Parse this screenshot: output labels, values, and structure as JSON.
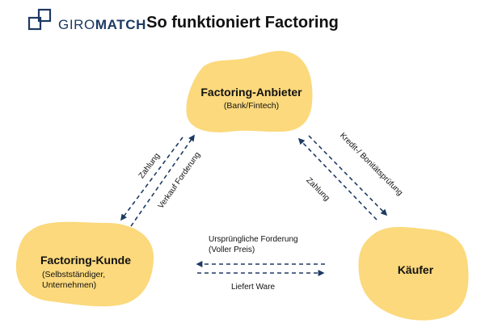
{
  "logo": {
    "brand_part1": "GIRO",
    "brand_part2": "MATCH"
  },
  "title": "So funktioniert Factoring",
  "colors": {
    "blob": "#fbd97c",
    "arrow": "#1d3a63",
    "brand": "#1d3a63"
  },
  "nodes": {
    "anbieter": {
      "title": "Factoring-Anbieter",
      "subtitle": "(Bank/Fintech)"
    },
    "kunde": {
      "title": "Factoring-Kunde",
      "subtitle_line1": "(Selbstständiger,",
      "subtitle_line2": "Unternehmen)"
    },
    "kaeufer": {
      "title": "Käufer"
    }
  },
  "edges": {
    "zahlung_left": "Zahlung",
    "verkauf": "Verkauf Forderung",
    "kredit": "Kredit-/ Bonitätsprüfung",
    "zahlung_right": "Zahlung",
    "forderung_line1": "Ursprüngliche Forderung",
    "forderung_line2": "(Voller Preis)",
    "ware": "Liefert Ware"
  }
}
